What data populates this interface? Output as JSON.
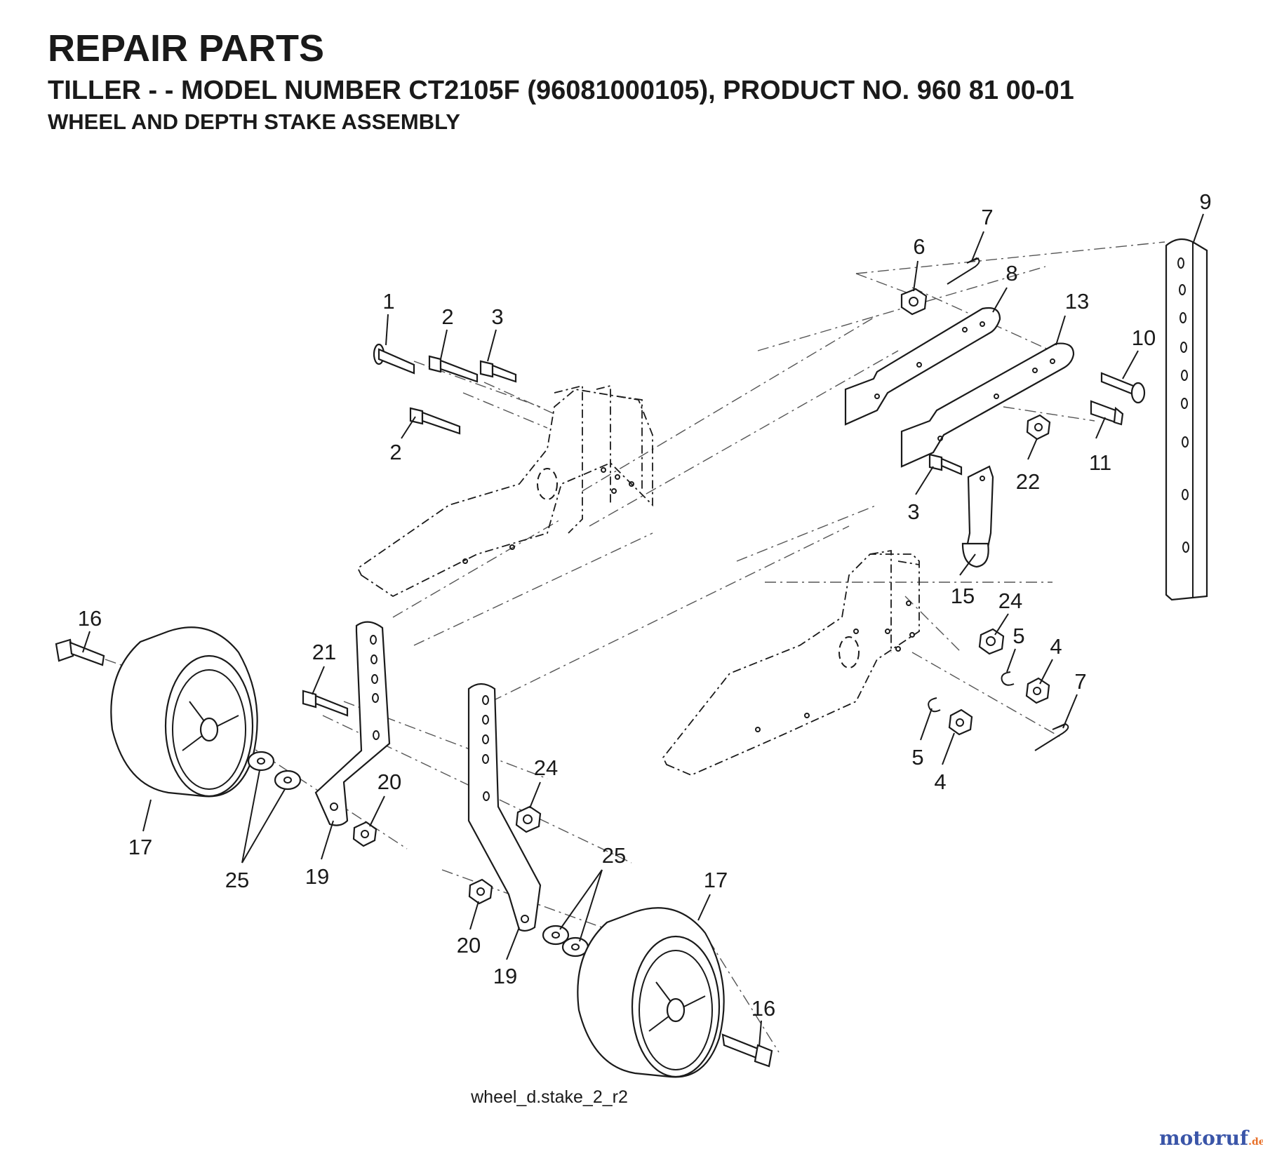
{
  "header": {
    "title": "REPAIR PARTS",
    "subtitle": "TILLER - - MODEL NUMBER CT2105F (96081000105), PRODUCT NO. 960 81 00-01",
    "section": "WHEEL AND DEPTH STAKE ASSEMBLY"
  },
  "callouts": [
    "1",
    "2",
    "3",
    "2",
    "6",
    "7",
    "8",
    "13",
    "9",
    "10",
    "11",
    "22",
    "3",
    "15",
    "24",
    "5",
    "4",
    "7",
    "5",
    "4",
    "16",
    "21",
    "17",
    "25",
    "19",
    "20",
    "24",
    "25",
    "20",
    "19",
    "17",
    "16"
  ],
  "file_name": "wheel_d.stake_2_r2",
  "watermark": {
    "text": "motoruf",
    "suffix": ".de",
    "color_blue": "#3a55a8",
    "color_orange": "#e8712a"
  }
}
